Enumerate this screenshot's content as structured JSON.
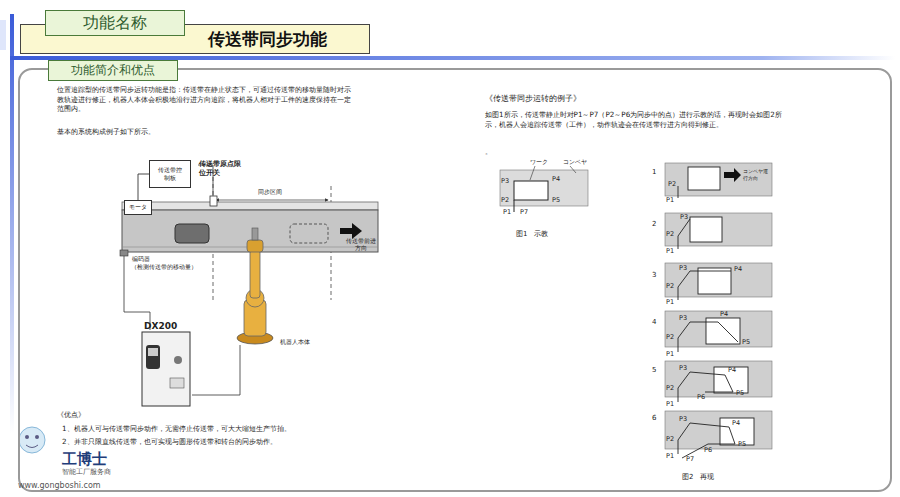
{
  "diagram": {
    "nodes": [
      {
        "text": [
          "功能名称"
        ]
      },
      {
        "text": [
          "传送带同步功能"
        ]
      },
      {
        "text": [
          "功能简介和优点"
        ]
      },
      {
        "text": [
          "传送带控制板"
        ],
        "in": 2
      },
      {
        "text": [
          "DX200"
        ],
        "in": 2
      },
      {
        "text": [
          "传送带前进方向"
        ],
        "in": 2
      },
      {
        "text": [
          "モータ"
        ],
        "in": 2
      }
    ],
    "edges": [
      {
        "from": 3,
        "to": 6,
        "arrow": "none"
      }
    ],
    "labels": [
      "位置追踪型的传送带同步运转功能是指：传送带在静止状态下，可通过传送带的移动量随时对示教轨迹进行修正，机器人本体会积极地沿行进方向追踪，将机器人相对于工件的速度保持在一定范围内。",
      "基本的系统构成例子如下所示。",
      "传送带原点限位开关",
      "同步区间",
      "编码器",
      "（检测传送带的移动量）",
      "机器人本体",
      "《优点》",
      "1、机器人可与传送带同步动作，无需停止传送带，可大大缩短生产节拍。",
      "2、并非只限直线传送带，也可实现与圆形传送带和转台的同步动作。",
      "《传送带同步运转的例子》",
      "如图1所示，传送带静止时对P1～P7（P2～P6为同步中的点）进行示教的话，再现时会如图2所示，机器人会追踪传送带（工件），动作轨迹会在传送带行进方向得到修正。",
      "。",
      "ワーク",
      "コンベヤ",
      "P3",
      "P4",
      "P2",
      "P5",
      "P1",
      "P7",
      "图1　示教",
      "1",
      "コンベヤ運行方向",
      "P2",
      "P1",
      "2",
      "P3",
      "P2",
      "P1",
      "3",
      "P3",
      "P4",
      "P2",
      "P1",
      "4",
      "P3",
      "P4",
      "P5",
      "P2",
      "P1",
      "5",
      "P3",
      "P4",
      "P6",
      "P5",
      "P2",
      "P1",
      "6",
      "P3",
      "P4",
      "P6",
      "P5",
      "P2",
      "P1",
      "P7",
      "图2　再现",
      "工博士",
      "智能工厂服务商",
      "www.gongboshi.com"
    ]
  }
}
